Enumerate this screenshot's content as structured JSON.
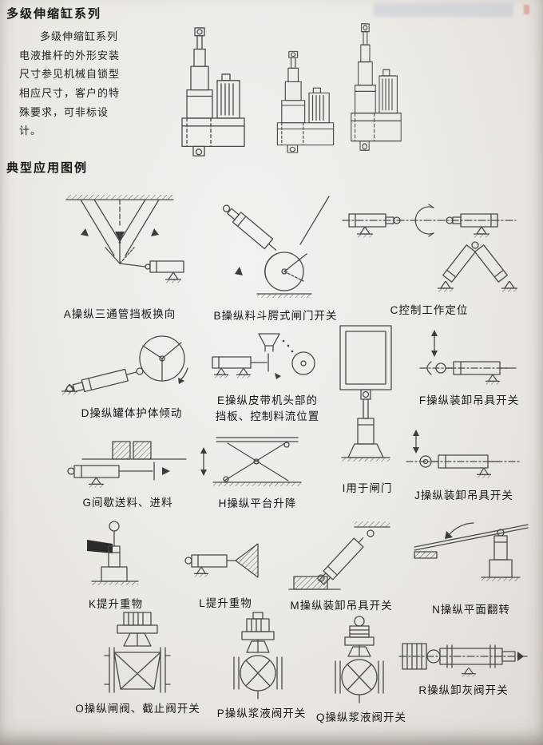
{
  "page": {
    "series_title": "多级伸缩缸系列",
    "intro": "多级伸缩缸系列电液推杆的外形安装尺寸参见机械自锁型相应尺寸，客户的特殊要求，可非标设计。",
    "applications_title": "典型应用图例"
  },
  "applications": [
    {
      "id": "A",
      "label": "A操纵三通管挡板换向"
    },
    {
      "id": "B",
      "label": "B操纵料斗腭式闸门开关"
    },
    {
      "id": "C",
      "label": "C控制工作定位"
    },
    {
      "id": "D",
      "label": "D操纵罐体护体倾动"
    },
    {
      "id": "E",
      "label": "E操纵皮带机头部的挡板、控制料流位置"
    },
    {
      "id": "F",
      "label": "F操纵装卸吊具开关"
    },
    {
      "id": "G",
      "label": "G间歇送料、进料"
    },
    {
      "id": "H",
      "label": "H操纵平台升降"
    },
    {
      "id": "I",
      "label": "I用于闸门"
    },
    {
      "id": "J",
      "label": "J操纵装卸吊具开关"
    },
    {
      "id": "K",
      "label": "K提升重物"
    },
    {
      "id": "L",
      "label": "L提升重物"
    },
    {
      "id": "M",
      "label": "M操纵装卸吊具开关"
    },
    {
      "id": "N",
      "label": "N操纵平面翻转"
    },
    {
      "id": "O",
      "label": "O操纵闸阀、截止阀开关"
    },
    {
      "id": "P",
      "label": "P操纵浆液阀开关"
    },
    {
      "id": "Q",
      "label": "Q操纵浆液阀开关"
    },
    {
      "id": "R",
      "label": "R操纵卸灰阀开关"
    }
  ]
}
